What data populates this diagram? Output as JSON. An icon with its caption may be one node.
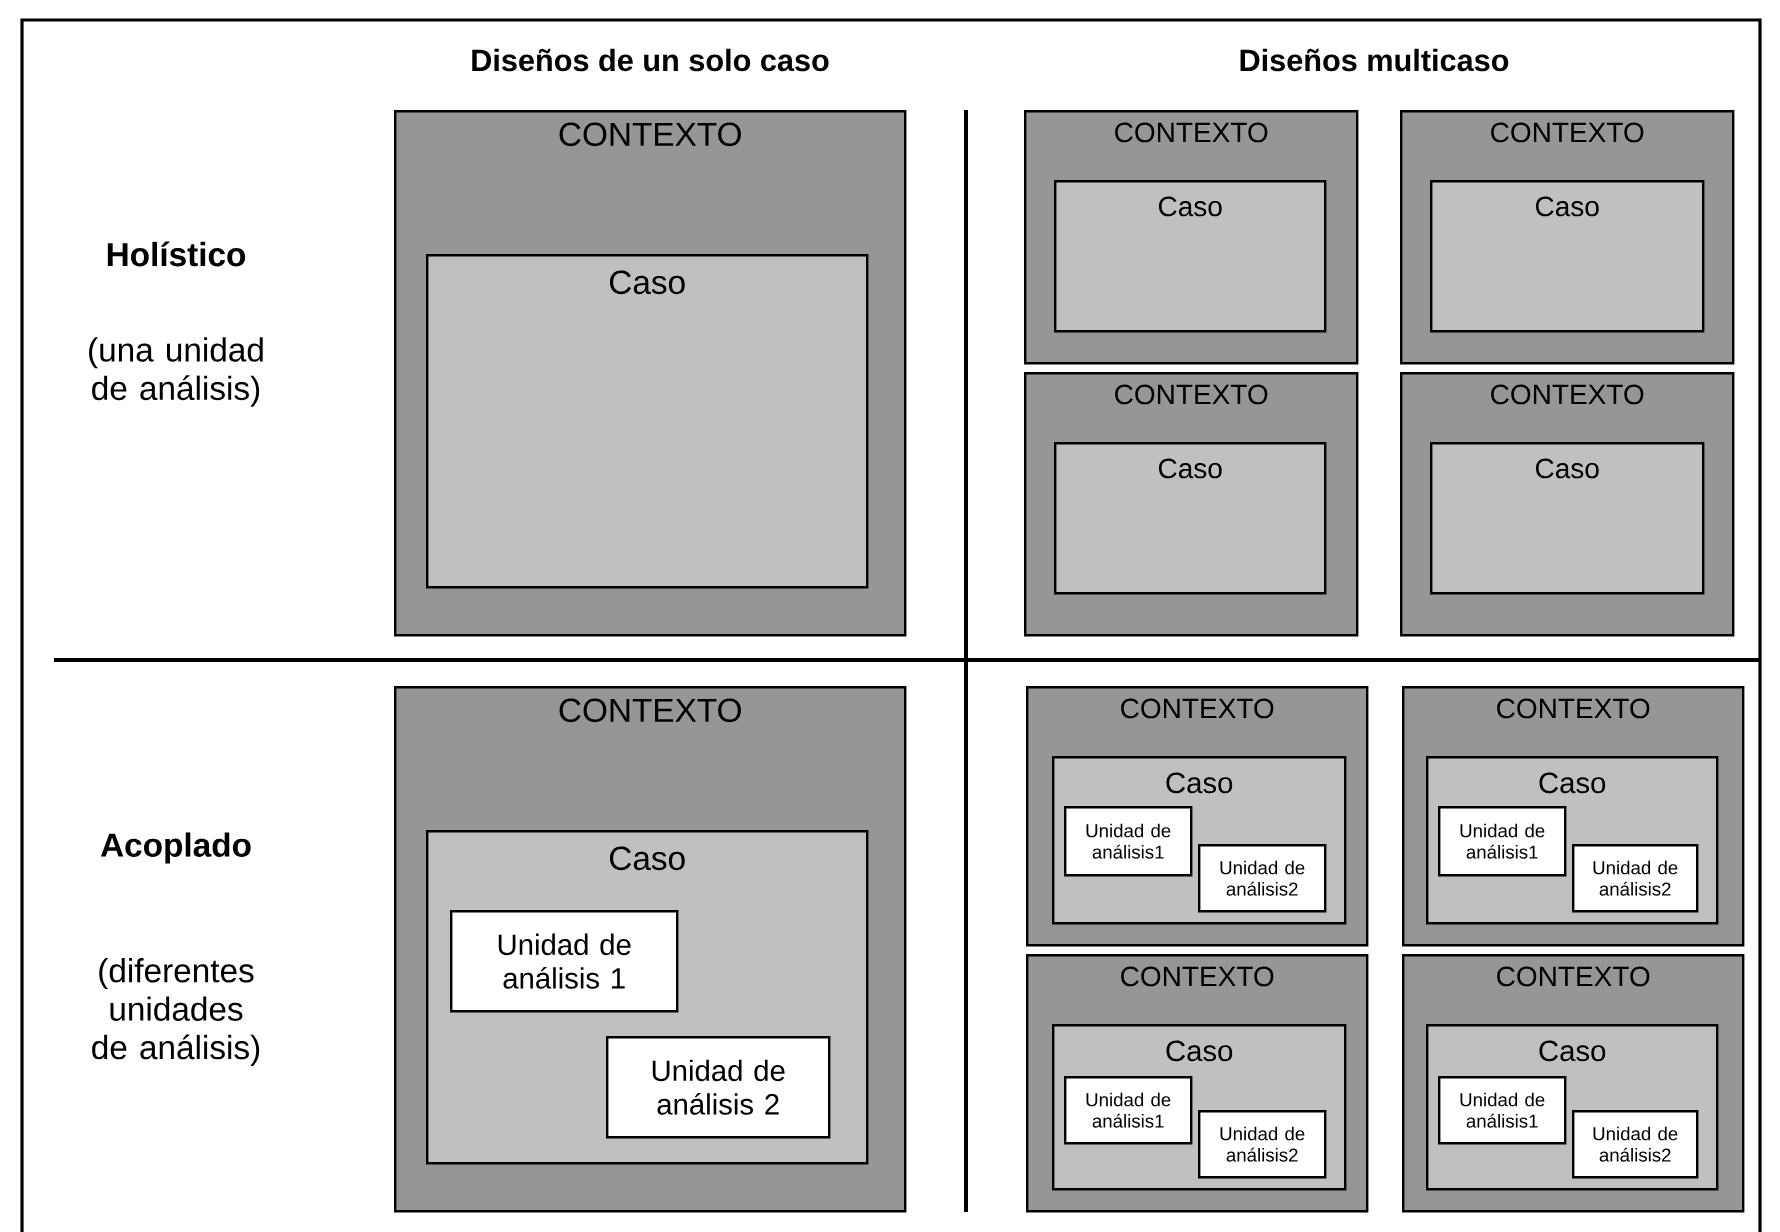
{
  "diagram": {
    "nodes": [
      {
        "text": [
          "CONTEXTO"
        ]
      },
      {
        "text": [
          "Caso"
        ],
        "in": 0
      },
      {
        "text": [
          "CONTEXTO"
        ]
      },
      {
        "text": [
          "Caso"
        ],
        "in": 2
      },
      {
        "text": [
          "CONTEXTO"
        ]
      },
      {
        "text": [
          "Caso"
        ],
        "in": 4
      },
      {
        "text": [
          "CONTEXTO"
        ]
      },
      {
        "text": [
          "Caso"
        ],
        "in": 6
      },
      {
        "text": [
          "CONTEXTO"
        ]
      },
      {
        "text": [
          "Caso"
        ],
        "in": 8
      },
      {
        "text": [
          "CONTEXTO"
        ]
      },
      {
        "text": [
          "Caso"
        ],
        "in": 10
      },
      {
        "text": [
          "Unidad de análisis 1"
        ],
        "in": 11
      },
      {
        "text": [
          "Unidad de análisis 2"
        ],
        "in": 11
      },
      {
        "text": [
          "CONTEXTO"
        ]
      },
      {
        "text": [
          "Caso"
        ],
        "in": 14
      },
      {
        "text": [
          "Unidad de análisis1"
        ],
        "in": 15
      },
      {
        "text": [
          "Unidad de análisis2"
        ],
        "in": 15
      },
      {
        "text": [
          "CONTEXTO"
        ]
      },
      {
        "text": [
          "Caso"
        ],
        "in": 18
      },
      {
        "text": [
          "Unidad de análisis1"
        ],
        "in": 19
      },
      {
        "text": [
          "Unidad de análisis2"
        ],
        "in": 19
      },
      {
        "text": [
          "CONTEXTO"
        ]
      },
      {
        "text": [
          "Caso"
        ],
        "in": 22
      },
      {
        "text": [
          "Unidad de análisis1"
        ],
        "in": 23
      },
      {
        "text": [
          "Unidad de análisis2"
        ],
        "in": 23
      },
      {
        "text": [
          "CONTEXTO"
        ]
      },
      {
        "text": [
          "Caso"
        ],
        "in": 26
      },
      {
        "text": [
          "Unidad de análisis1"
        ],
        "in": 27
      },
      {
        "text": [
          "Unidad de análisis2"
        ],
        "in": 27
      }
    ],
    "labels": [
      "Diseños de un solo caso",
      "Diseños multicaso",
      "Holístico",
      "(una unidad de análisis)",
      "Acoplado",
      "(diferentes unidades de análisis)"
    ]
  }
}
